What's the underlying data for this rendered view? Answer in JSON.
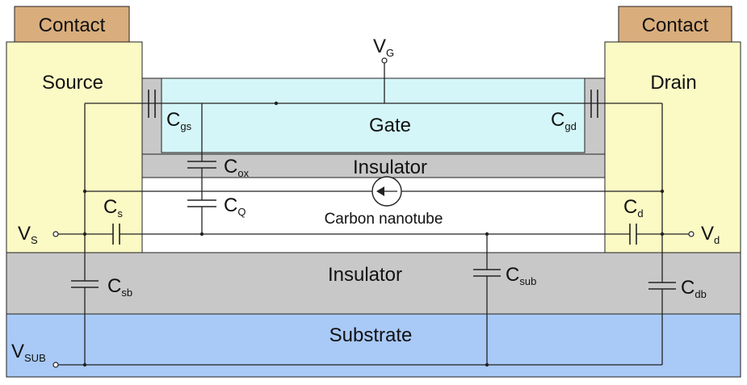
{
  "labels": {
    "contact_left": "Contact",
    "contact_right": "Contact",
    "source": "Source",
    "drain": "Drain",
    "gate": "Gate",
    "insulator_top": "Insulator",
    "insulator_bottom": "Insulator",
    "substrate": "Substrate",
    "nanotube": "Carbon nanotube"
  },
  "terminals": {
    "vg": {
      "main": "V",
      "sub": "G"
    },
    "vs": {
      "main": "V",
      "sub": "S"
    },
    "vd": {
      "main": "V",
      "sub": "d"
    },
    "vsub": {
      "main": "V",
      "sub": "SUB"
    }
  },
  "capacitors": {
    "cgs": {
      "main": "C",
      "sub": "gs"
    },
    "cgd": {
      "main": "C",
      "sub": "gd"
    },
    "cox": {
      "main": "C",
      "sub": "ox"
    },
    "cq": {
      "main": "C",
      "sub": "Q"
    },
    "cs": {
      "main": "C",
      "sub": "s"
    },
    "cd": {
      "main": "C",
      "sub": "d"
    },
    "csb": {
      "main": "C",
      "sub": "sb"
    },
    "csub": {
      "main": "C",
      "sub": "sub"
    },
    "cdb": {
      "main": "C",
      "sub": "db"
    }
  },
  "colors": {
    "contact": "#d9ad7c",
    "source_drain": "#fbf9c4",
    "gate": "#d4f6f8",
    "insulator": "#c8c8c8",
    "substrate": "#a9c9f7",
    "outline": "#222222"
  }
}
